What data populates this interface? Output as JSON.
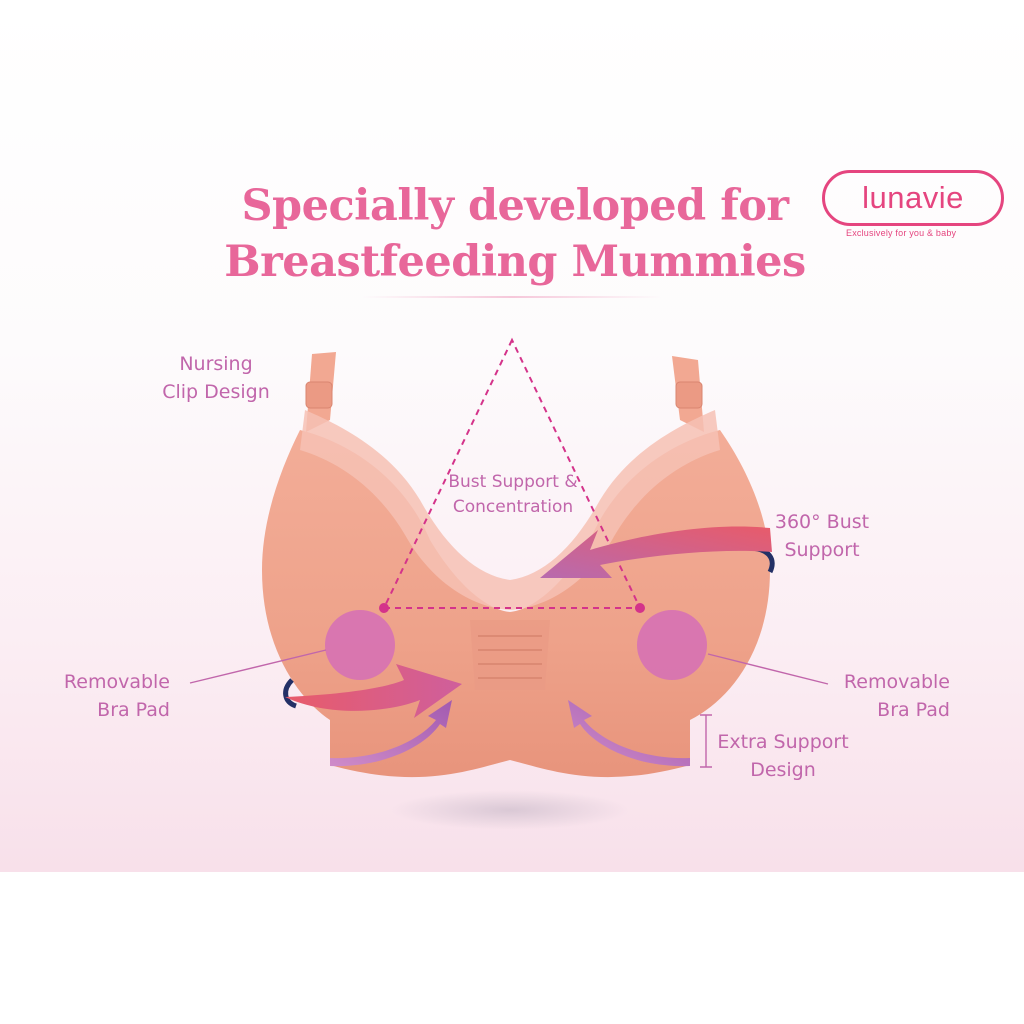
{
  "headline": {
    "line1": "Specially developed for",
    "line2": "Breastfeeding Mummies"
  },
  "brand": {
    "logo_text": "lunavie",
    "tagline": "Exclusively for you & baby"
  },
  "callouts": {
    "nursing_clip": {
      "line1": "Nursing",
      "line2": "Clip Design"
    },
    "bust_support": {
      "line1": "Bust Support &",
      "line2": "Concentration"
    },
    "support_360": {
      "line1": "360° Bust",
      "line2": "Support"
    },
    "pad_left": {
      "line1": "Removable",
      "line2": "Bra Pad"
    },
    "pad_right": {
      "line1": "Removable",
      "line2": "Bra Pad"
    },
    "extra_support": {
      "line1": "Extra Support",
      "line2": "Design"
    }
  },
  "colors": {
    "headline": "#e8679a",
    "brand": "#e5457f",
    "label": "#c166ab",
    "bra_fabric": "#f0a08a",
    "pad_circle": "#d56fb6",
    "guide_line": "#d4338a"
  }
}
